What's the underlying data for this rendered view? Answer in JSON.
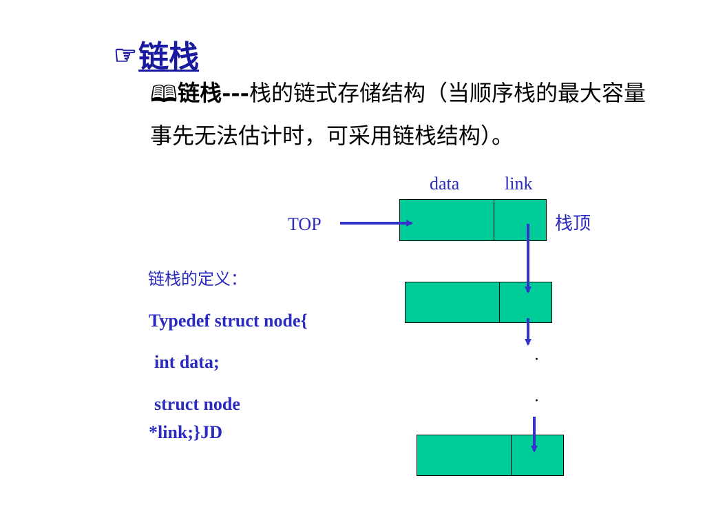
{
  "slide": {
    "title": "链栈",
    "title_icon": "pointing-hand-icon",
    "term": "链栈",
    "term_icon": "open-book-icon",
    "dashes": "---",
    "description": "栈的链式存储结构（当顺序栈的最大容量事先无法估计时，可采用链栈结构）。"
  },
  "diagram": {
    "label_data": "data",
    "label_link": "link",
    "label_top": "TOP",
    "label_stack_top": "栈顶",
    "ellipsis_dot_1": "·",
    "ellipsis_dot_2": "·",
    "node_color": "#00cc99",
    "arrow_color": "#3333cc"
  },
  "definition": {
    "heading": "链栈的定义：",
    "line1": "Typedef struct node{",
    "line2": "int data;",
    "line3": "struct node",
    "line4": "*link;}JD"
  }
}
